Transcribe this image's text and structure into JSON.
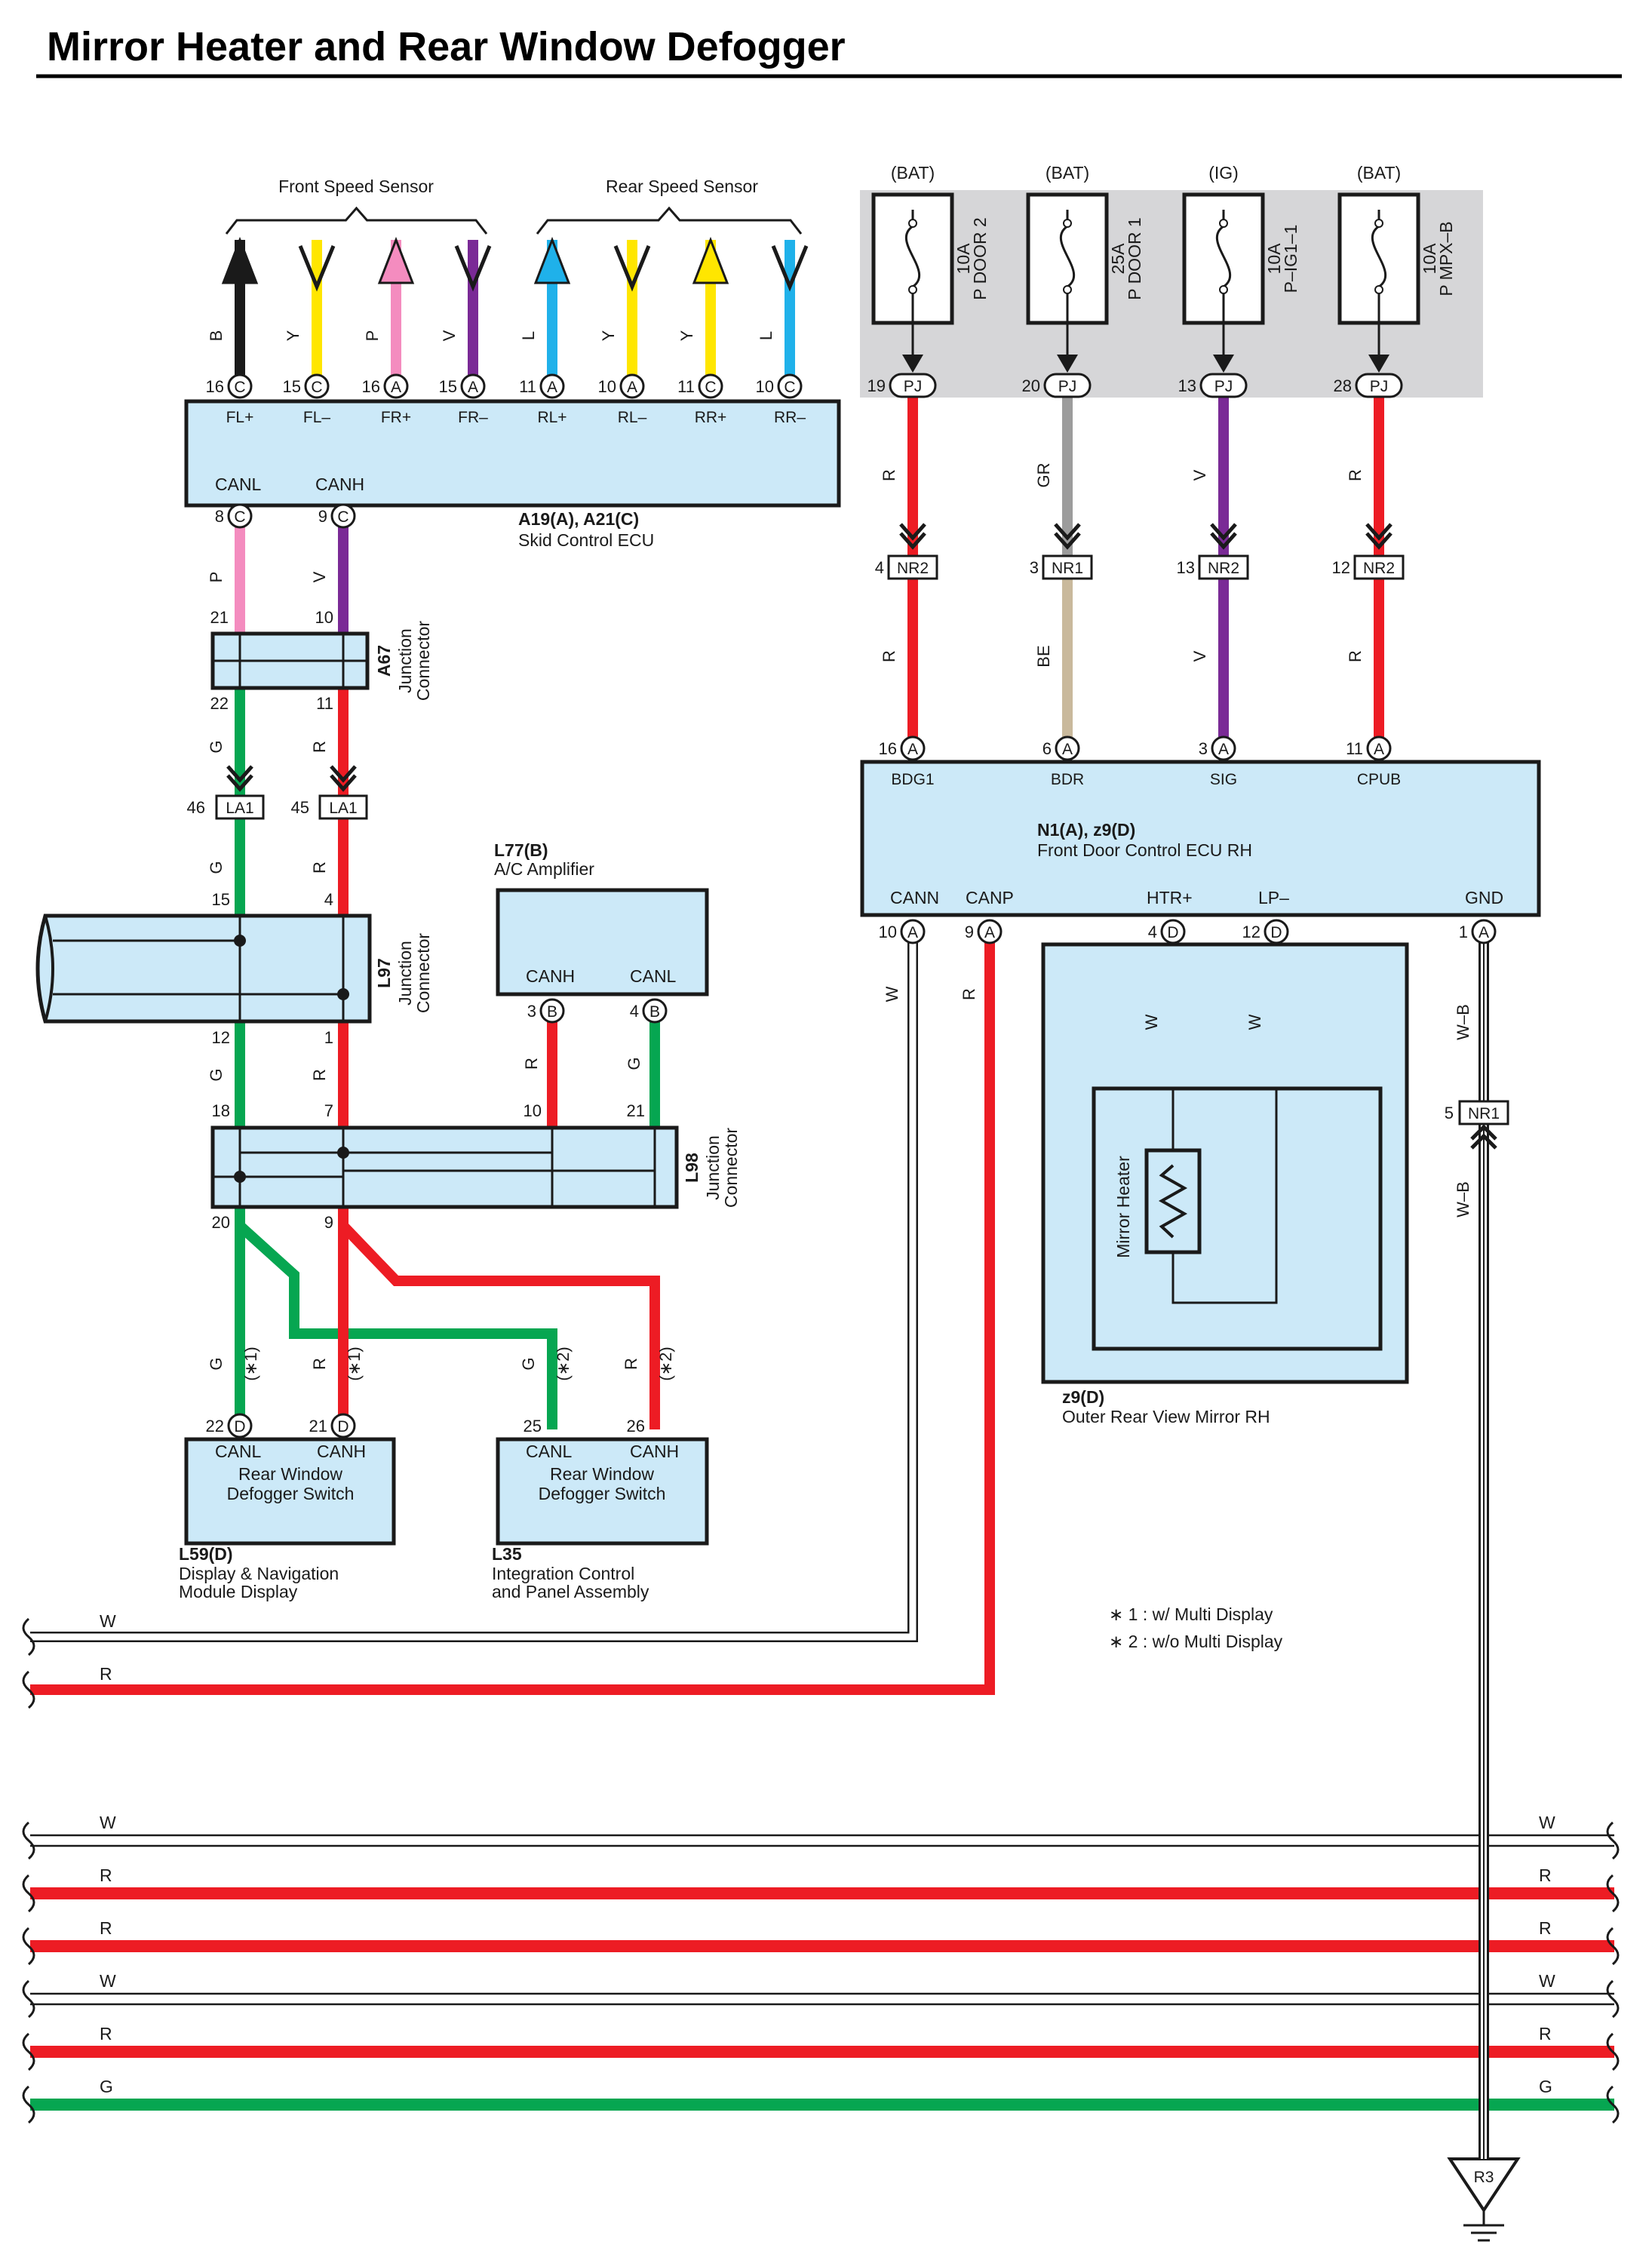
{
  "title": "Mirror Heater and Rear Window Defogger",
  "colors": {
    "B": "#1a1a1a",
    "Y": "#ffe600",
    "P": "#f48cbf",
    "V": "#7a2a96",
    "L": "#1fb1ea",
    "G": "#06a651",
    "R": "#ed1c24",
    "GR": "#9c9c9c",
    "BE": "#c9b99c",
    "W": "#ffffff",
    "ecu_fill": "#cce9f8",
    "fuse_panel": "#d6d6d8"
  },
  "speed_sensors": {
    "front_label": "Front Speed Sensor",
    "rear_label": "Rear Speed Sensor",
    "wires": [
      {
        "color_code": "B",
        "pin": "16",
        "conn": "C",
        "signal": "FL+",
        "dir": "up"
      },
      {
        "color_code": "Y",
        "pin": "15",
        "conn": "C",
        "signal": "FL–",
        "dir": "down"
      },
      {
        "color_code": "P",
        "pin": "16",
        "conn": "A",
        "signal": "FR+",
        "dir": "up"
      },
      {
        "color_code": "V",
        "pin": "15",
        "conn": "A",
        "signal": "FR–",
        "dir": "down"
      },
      {
        "color_code": "L",
        "pin": "11",
        "conn": "A",
        "signal": "RL+",
        "dir": "up"
      },
      {
        "color_code": "Y",
        "pin": "10",
        "conn": "A",
        "signal": "RL–",
        "dir": "down"
      },
      {
        "color_code": "Y",
        "pin": "11",
        "conn": "C",
        "signal": "RR+",
        "dir": "up"
      },
      {
        "color_code": "L",
        "pin": "10",
        "conn": "C",
        "signal": "RR–",
        "dir": "down"
      }
    ]
  },
  "skid_ecu": {
    "canl": "CANL",
    "canh": "CANH",
    "canl_pin": "8",
    "canl_conn": "C",
    "canh_pin": "9",
    "canh_conn": "C",
    "code": "A19(A), A21(C)",
    "name": "Skid Control ECU",
    "canl_wire": "P",
    "canh_wire": "V"
  },
  "a67": {
    "code": "A67",
    "name_1": "Junction",
    "name_2": "Connector",
    "pin_in_l": "21",
    "pin_in_r": "10",
    "pin_out_l": "22",
    "pin_out_r": "11",
    "out_l_wire": "G",
    "out_r_wire": "R"
  },
  "la1": {
    "pin_l": "46",
    "pin_r": "45",
    "label": "LA1",
    "wire_l": "G",
    "wire_r": "R"
  },
  "l97": {
    "code": "L97",
    "name_1": "Junction",
    "name_2": "Connector",
    "pin_in_l": "15",
    "pin_in_r": "4",
    "pin_out_l": "12",
    "pin_out_r": "1",
    "out_l_wire": "G",
    "out_r_wire": "R"
  },
  "l77": {
    "code": "L77(B)",
    "name": "A/C Amplifier",
    "canh": "CANH",
    "canl": "CANL",
    "canh_pin": "3",
    "canl_pin": "4",
    "conn": "B",
    "canh_wire": "R",
    "canl_wire": "G"
  },
  "l98": {
    "code": "L98",
    "name_1": "Junction",
    "name_2": "Connector",
    "pin_18": "18",
    "pin_7": "7",
    "pin_10": "10",
    "pin_21": "21",
    "pin_20": "20",
    "pin_9": "9"
  },
  "l59": {
    "code": "L59(D)",
    "name_1": "Display & Navigation",
    "name_2": "Module Display",
    "canl": "CANL",
    "canh": "CANH",
    "sw_1": "Rear Window",
    "sw_2": "Defogger Switch",
    "canl_pin": "22",
    "canh_pin": "21",
    "conn": "D",
    "wire_g": "G",
    "wire_r": "R",
    "note": "(∗1)"
  },
  "l35": {
    "code": "L35",
    "name_1": "Integration Control",
    "name_2": "and Panel Assembly",
    "canl": "CANL",
    "canh": "CANH",
    "sw_1": "Rear Window",
    "sw_2": "Defogger Switch",
    "canl_pin": "25",
    "canh_pin": "26",
    "wire_g": "G",
    "wire_r": "R",
    "note": "(∗2)"
  },
  "fuses": [
    {
      "source": "(BAT)",
      "rating": "10A",
      "name": "P DOOR 2",
      "pj_pin": "19",
      "wire1": "R",
      "nr_pin": "4",
      "nr_conn": "NR2",
      "wire2": "R",
      "ecu_pin": "16",
      "ecu_signal": "BDG1"
    },
    {
      "source": "(BAT)",
      "rating": "25A",
      "name": "P DOOR 1",
      "pj_pin": "20",
      "wire1": "GR",
      "nr_pin": "3",
      "nr_conn": "NR1",
      "wire2": "BE",
      "ecu_pin": "6",
      "ecu_signal": "BDR"
    },
    {
      "source": "(IG)",
      "rating": "10A",
      "name": "P–IG1–1",
      "pj_pin": "13",
      "wire1": "V",
      "nr_pin": "13",
      "nr_conn": "NR2",
      "wire2": "V",
      "ecu_pin": "3",
      "ecu_signal": "SIG"
    },
    {
      "source": "(BAT)",
      "rating": "10A",
      "name": "P MPX–B",
      "pj_pin": "28",
      "wire1": "R",
      "nr_pin": "12",
      "nr_conn": "NR2",
      "wire2": "R",
      "ecu_pin": "11",
      "ecu_signal": "CPUB"
    }
  ],
  "pj_label": "PJ",
  "ecu_conn": "A",
  "door_ecu": {
    "code": "N1(A), z9(D)",
    "name": "Front Door Control ECU RH",
    "cann": "CANN",
    "canp": "CANP",
    "htr": "HTR+",
    "lp": "LP–",
    "gnd": "GND",
    "cann_pin": "10",
    "canp_pin": "9",
    "htr_pin": "4",
    "lp_pin": "12",
    "gnd_pin": "1",
    "conn_a": "A",
    "conn_d": "D",
    "cann_wire": "W",
    "canp_wire": "R",
    "htr_wire": "W",
    "lp_wire": "W",
    "gnd_wire": "W–B"
  },
  "mirror": {
    "heater": "Mirror Heater",
    "code": "z9(D)",
    "name": "Outer Rear View Mirror RH"
  },
  "nr1_gnd": {
    "pin": "5",
    "label": "NR1",
    "wire": "W–B"
  },
  "ground": {
    "label": "R3"
  },
  "notes": [
    "∗ 1 : w/ Multi Display",
    "∗ 2 : w/o Multi Display"
  ],
  "bus_upper": [
    {
      "left": "W",
      "color": "W"
    },
    {
      "left": "R",
      "color": "R"
    }
  ],
  "bus_lower": [
    {
      "left": "W",
      "right": "W",
      "color": "W"
    },
    {
      "left": "R",
      "right": "R",
      "color": "R"
    },
    {
      "left": "R",
      "right": "R",
      "color": "R"
    },
    {
      "left": "W",
      "right": "W",
      "color": "W"
    },
    {
      "left": "R",
      "right": "R",
      "color": "R"
    },
    {
      "left": "G",
      "right": "G",
      "color": "G"
    }
  ]
}
